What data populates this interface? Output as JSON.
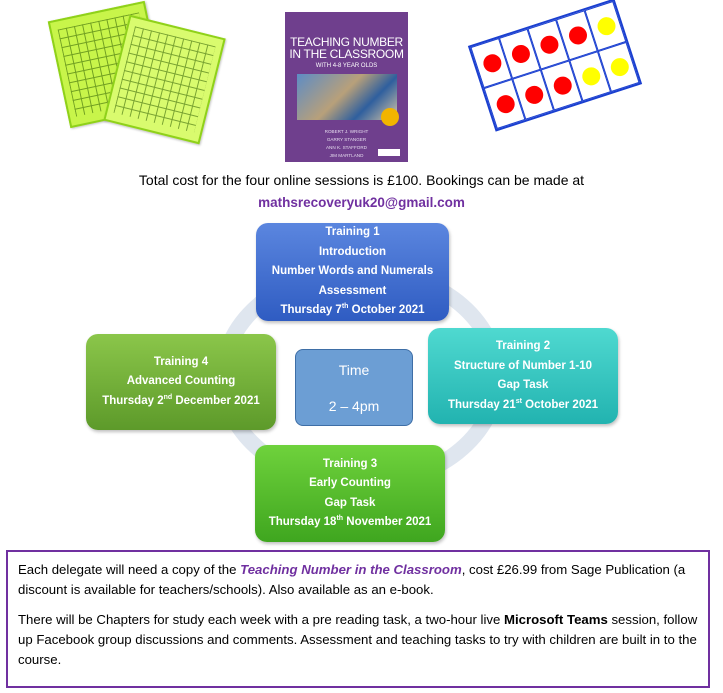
{
  "book": {
    "title": "TEACHING NUMBER IN THE CLASSROOM",
    "subtitle": "WITH 4-8 YEAR OLDS",
    "authors": "ROBERT J. WRIGHT\nGARRY STANGER\nANN K. STAFFORD\nJIM MARTLAND"
  },
  "intro": {
    "cost_line": "Total cost for the four online sessions is £100. Bookings can be made at",
    "email": "mathsrecoveryuk20@gmail.com"
  },
  "trainings": [
    {
      "heading": "Training 1",
      "lines": [
        "Introduction",
        "Number Words and Numerals",
        "Assessment"
      ],
      "date_prefix": "Thursday 7",
      "date_sup": "th",
      "date_suffix": " October 2021"
    },
    {
      "heading": "Training 2",
      "lines": [
        "Structure of Number 1-10",
        "Gap Task"
      ],
      "date_prefix": "Thursday 21",
      "date_sup": "st",
      "date_suffix": " October 2021"
    },
    {
      "heading": "Training 3",
      "lines": [
        "Early Counting",
        "Gap Task"
      ],
      "date_prefix": "Thursday 18",
      "date_sup": "th",
      "date_suffix": " November 2021"
    },
    {
      "heading": "Training 4",
      "lines": [
        "Advanced Counting"
      ],
      "date_prefix": "Thursday 2",
      "date_sup": "nd",
      "date_suffix": " December 2021"
    }
  ],
  "time": {
    "label": "Time",
    "value": "2 – 4pm"
  },
  "info": {
    "p1_before": "Each delegate will need a copy of the ",
    "p1_title": "Teaching Number in the Classroom",
    "p1_after": ", cost £26.99 from Sage Publication (a discount is available for teachers/schools). Also available as an e-book.",
    "p2_before": "There will be Chapters for study each week with a pre reading task, a two-hour live ",
    "p2_bold": "Microsoft Teams",
    "p2_after": " session, follow up Facebook group discussions and comments.  Assessment and teaching tasks to try with children are built in to the course."
  },
  "colors": {
    "accent": "#7030a0",
    "red": "#ff0000",
    "yellow": "#ffff00"
  },
  "ten_frame": {
    "filled_red": 7,
    "filled_yellow": 3
  }
}
